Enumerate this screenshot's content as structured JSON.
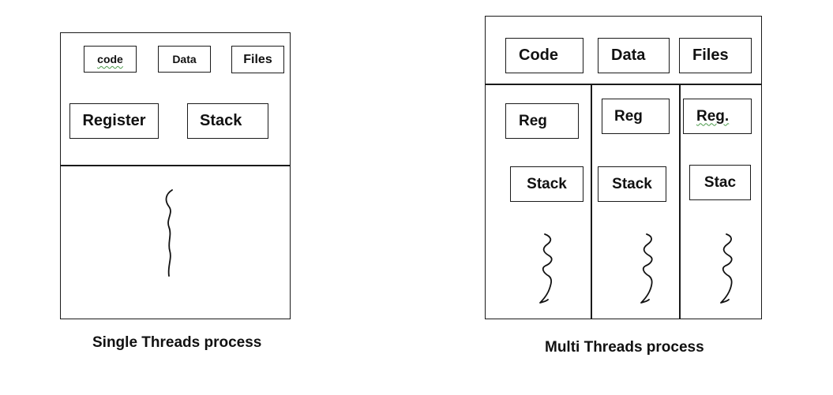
{
  "single": {
    "caption": "Single Threads process",
    "code": "code",
    "data": "Data",
    "files": "Files",
    "register": "Register",
    "stack": "Stack"
  },
  "multi": {
    "caption": "Multi Threads process",
    "code": "Code",
    "data": "Data",
    "files": "Files",
    "threads": [
      {
        "reg": "Reg",
        "stack": "Stack"
      },
      {
        "reg": "Reg",
        "stack": "Stack"
      },
      {
        "reg": "Reg.",
        "stack": "Stac"
      }
    ]
  },
  "icons": {
    "thread": "squiggle-thread-icon"
  }
}
